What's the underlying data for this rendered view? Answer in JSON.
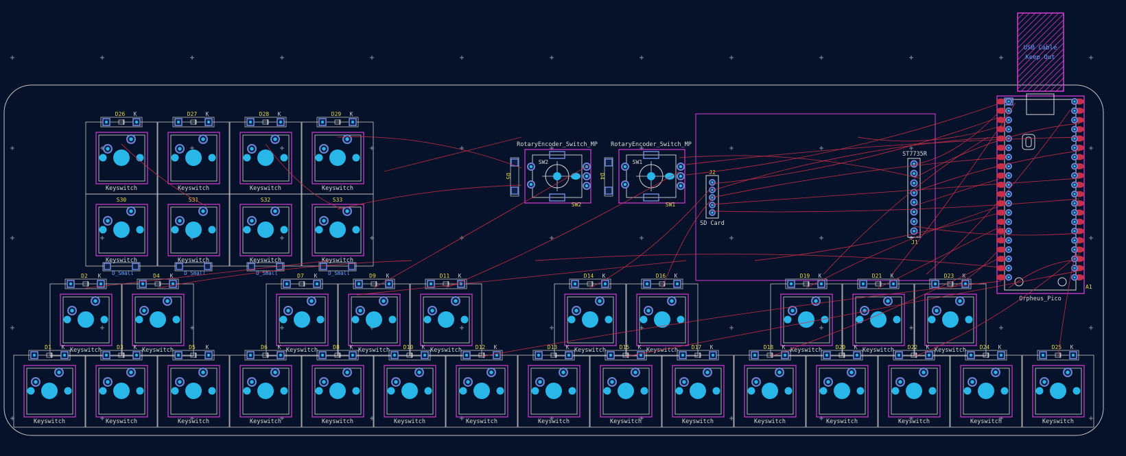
{
  "colors": {
    "background": "#061229",
    "outline": "#c8c8c8",
    "courtyard": "#d63cd6",
    "copper": "#29b6e8",
    "pad_ring": "#6e85d8",
    "ratsnest": "#c8304a",
    "silk_yellow": "#e8d84a",
    "silk_white": "#d9d9d9",
    "fab_text": "#6aa0ff"
  },
  "keepout": {
    "line1": "USB Cable",
    "line2": "Keep Out"
  },
  "mcu": {
    "ref": "A1",
    "value": "Orpheus_Pico"
  },
  "display": {
    "value": "ST7735R",
    "ref": "J1"
  },
  "sdcard": {
    "ref": "J2",
    "value": "SD Card"
  },
  "encoders": [
    {
      "value": "RotaryEncoder_Switch_MP",
      "ref": "SW2",
      "diode": "D5"
    },
    {
      "value": "RotaryEncoder_Switch_MP",
      "ref": "SW1",
      "diode": "D4"
    }
  ],
  "keys": {
    "footprint_label": "Keyswitch",
    "diode_value": "D_Small",
    "top": [
      {
        "diode": "D26"
      },
      {
        "diode": "D27"
      },
      {
        "diode": "D28"
      },
      {
        "diode": "D29"
      }
    ],
    "second": [
      {
        "ref": "S30"
      },
      {
        "ref": "S31"
      },
      {
        "ref": "S32"
      },
      {
        "ref": "S33"
      }
    ],
    "third": [
      {
        "diode": "D2"
      },
      {
        "diode": "D4"
      },
      {
        "diode": "D7"
      },
      {
        "diode": "D9"
      },
      {
        "diode": "D11"
      },
      {
        "diode": "D14"
      },
      {
        "diode": "D16"
      },
      {
        "diode": "D19"
      },
      {
        "diode": "D21"
      },
      {
        "diode": "D23"
      }
    ],
    "bottom": [
      {
        "diode": "D1"
      },
      {
        "diode": "D3"
      },
      {
        "diode": "D5"
      },
      {
        "diode": "D6"
      },
      {
        "diode": "D8"
      },
      {
        "diode": "D10"
      },
      {
        "diode": "D12"
      },
      {
        "diode": "D13"
      },
      {
        "diode": "D15"
      },
      {
        "diode": "D17"
      },
      {
        "diode": "D18"
      },
      {
        "diode": "D20"
      },
      {
        "diode": "D22"
      },
      {
        "diode": "D24"
      },
      {
        "diode": "D25"
      }
    ]
  }
}
